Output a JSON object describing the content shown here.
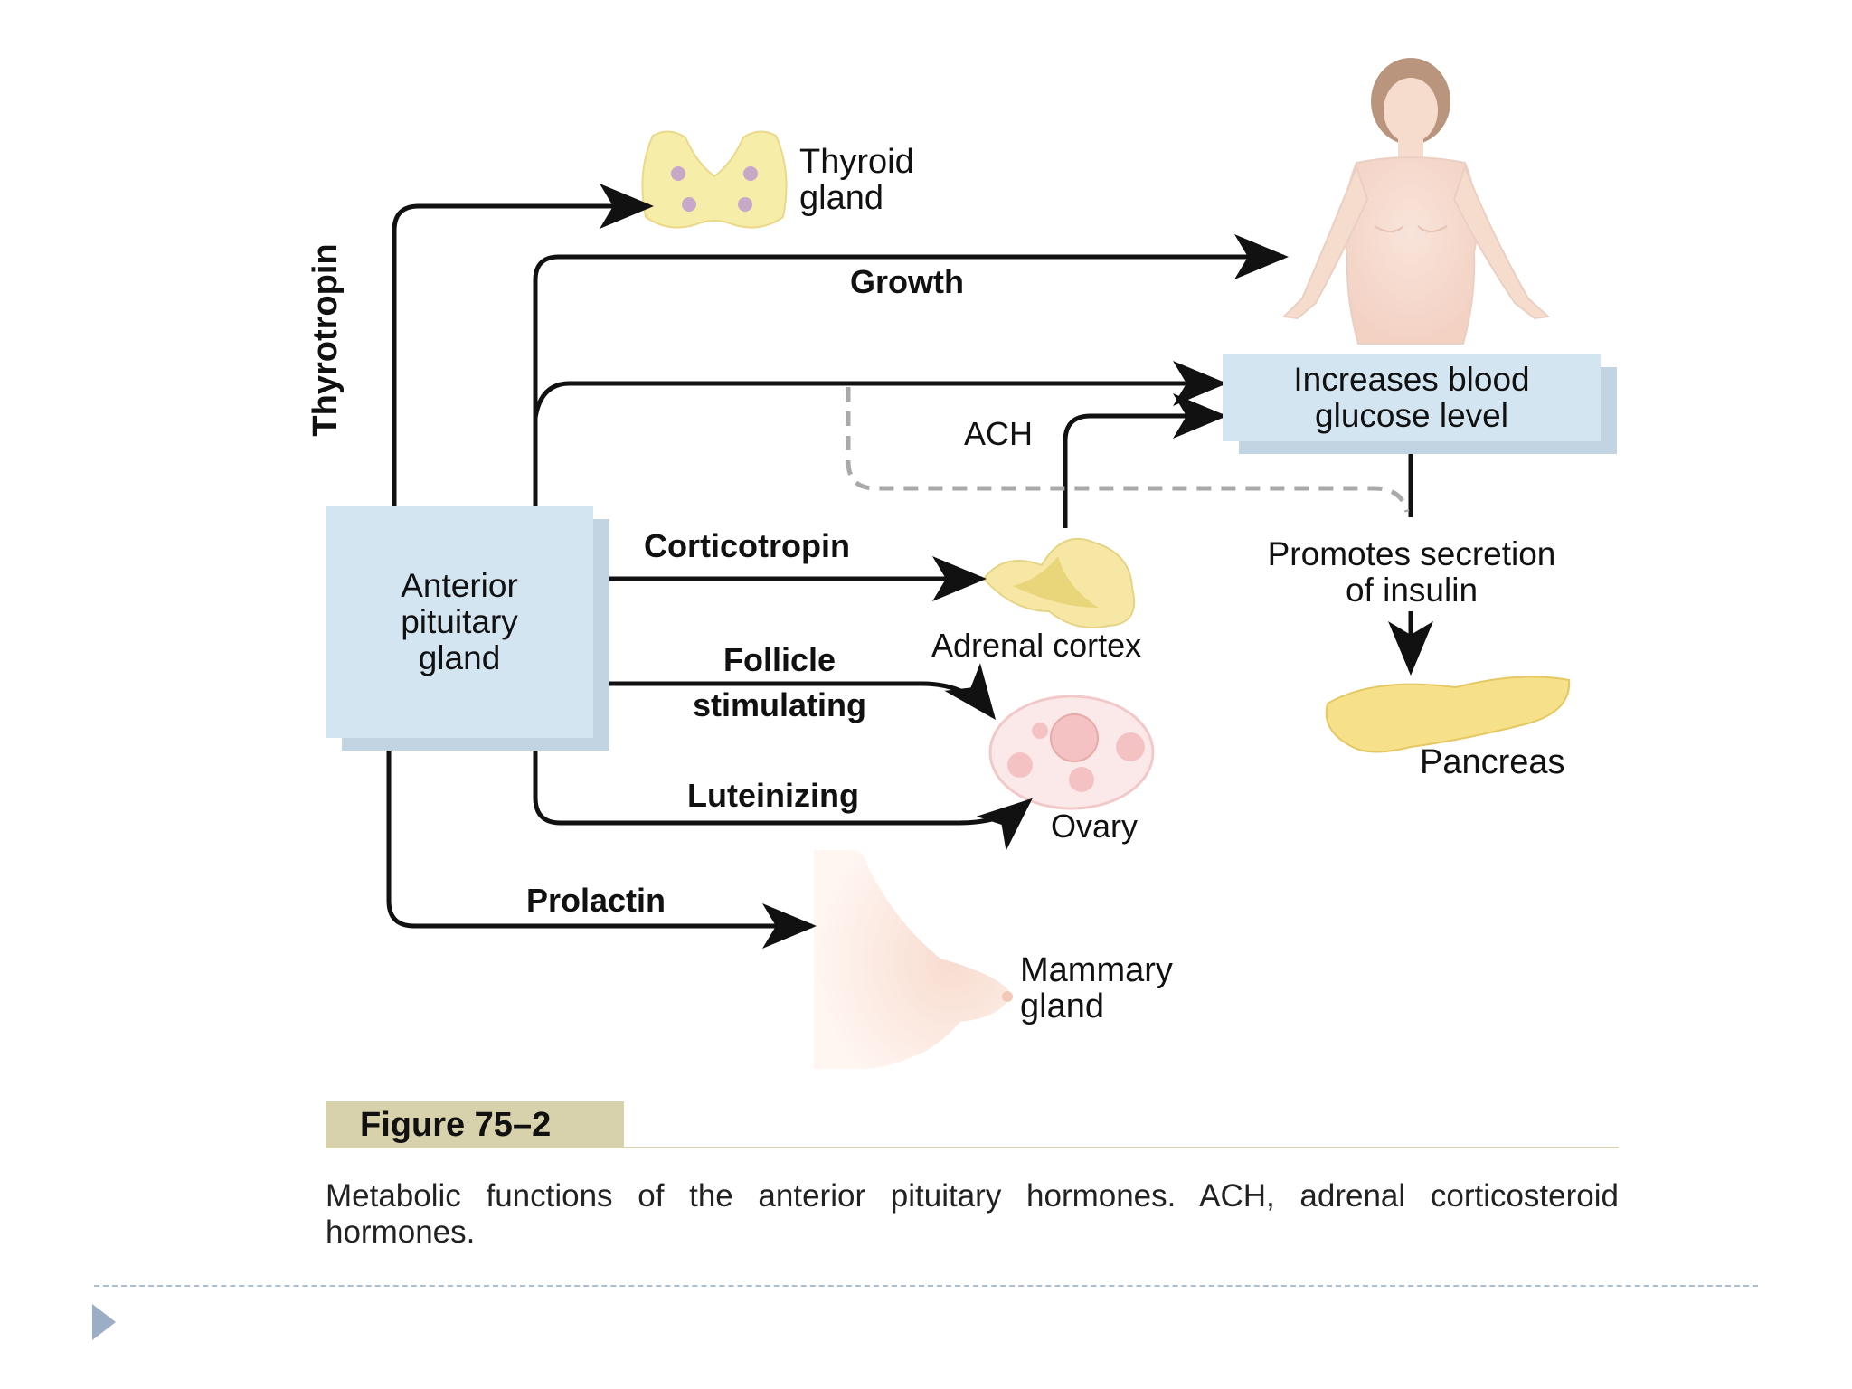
{
  "diagram": {
    "source": {
      "label": "Anterior pituitary gland",
      "lines": [
        "Anterior",
        "pituitary",
        "gland"
      ]
    },
    "hormones": {
      "thyrotropin": "Thyrotropin",
      "growth": "Growth",
      "corticotropin": "Corticotropin",
      "follicle_stimulating": [
        "Follicle",
        "stimulating"
      ],
      "luteinizing": "Luteinizing",
      "prolactin": "Prolactin",
      "ach": "ACH"
    },
    "targets": {
      "thyroid": [
        "Thyroid",
        "gland"
      ],
      "adrenal": "Adrenal cortex",
      "ovary": "Ovary",
      "mammary": [
        "Mammary",
        "gland"
      ],
      "pancreas": "Pancreas"
    },
    "effects": {
      "glucose": [
        "Increases blood",
        "glucose level"
      ],
      "insulin": [
        "Promotes secretion",
        "of insulin"
      ]
    }
  },
  "figure": {
    "tag": "Figure 75–2",
    "caption": "Metabolic functions of the anterior pituitary hormones. ACH, adrenal corticosteroid hormones."
  },
  "colors": {
    "box_fill": "#d4e5f2",
    "box_shadow": "#c2d3e2",
    "tag_fill": "#d8d2ac",
    "arrow": "#111111",
    "dashed_path": "#a9a9a9",
    "gland_yellow": "#f6e9a8",
    "ovary_pink": "#f5d6d6",
    "skin": "#f8e1d6",
    "footer_dash": "#a8bfd4",
    "bullet": "#9aaec6"
  },
  "icons": {
    "thyroid": "thyroid-gland-illustration",
    "adrenal": "adrenal-cortex-illustration",
    "ovary": "ovary-illustration",
    "mammary": "breast-profile-illustration",
    "body": "human-figure-illustration",
    "pancreas": "pancreas-illustration",
    "bullet": "triangle-bullet-icon"
  }
}
